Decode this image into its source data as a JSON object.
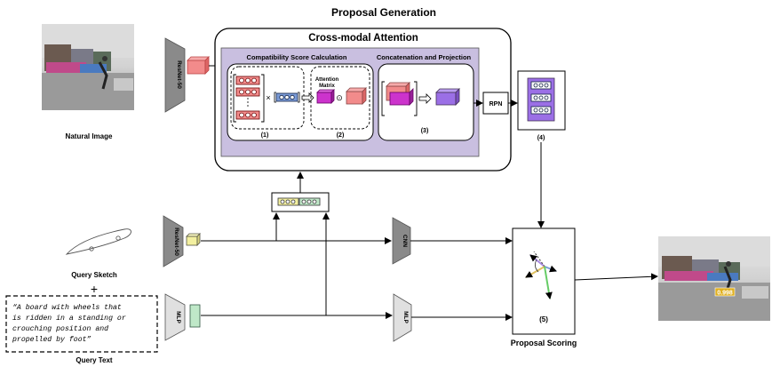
{
  "title": "Proposal Generation",
  "cross_modal": {
    "title": "Cross-modal Attention",
    "compat_title": "Compatibility Score Calculation",
    "concat_title": "Concatenation and Projection",
    "attention_label_1": "Attention",
    "attention_label_2": "Matrix",
    "step1": "(1)",
    "step2": "(2)",
    "step3": "(3)",
    "times_symbol": "×",
    "odot_symbol": "⊙"
  },
  "natural_image": {
    "label": "Natural Image"
  },
  "resnet_top": {
    "label": "ResNet-50"
  },
  "resnet_sketch": {
    "label": "ResNet-50"
  },
  "mlp_text": {
    "label": "MLP"
  },
  "mlp_right": {
    "label": "MLP"
  },
  "cnn": {
    "label": "CNN"
  },
  "rpn": {
    "label": "RPN"
  },
  "step4": "(4)",
  "scoring": {
    "step": "(5)",
    "label": "Proposal Scoring"
  },
  "query_sketch": {
    "label": "Query Sketch",
    "plus": "+"
  },
  "query_text": {
    "lines": [
      "“A board with wheels that",
      "is ridden in a standing or",
      "crouching position and",
      "propelled by foot”"
    ],
    "label": "Query Text"
  },
  "output_score": "0.998",
  "colors": {
    "purple_panel": "#c9bfe0",
    "pink_block": "#f28b8b",
    "violet_block": "#9b6fe6",
    "magenta_block": "#cc33cc",
    "trapezoid": "#8a8a8a",
    "trapezoid_light": "#e0e0e0"
  }
}
